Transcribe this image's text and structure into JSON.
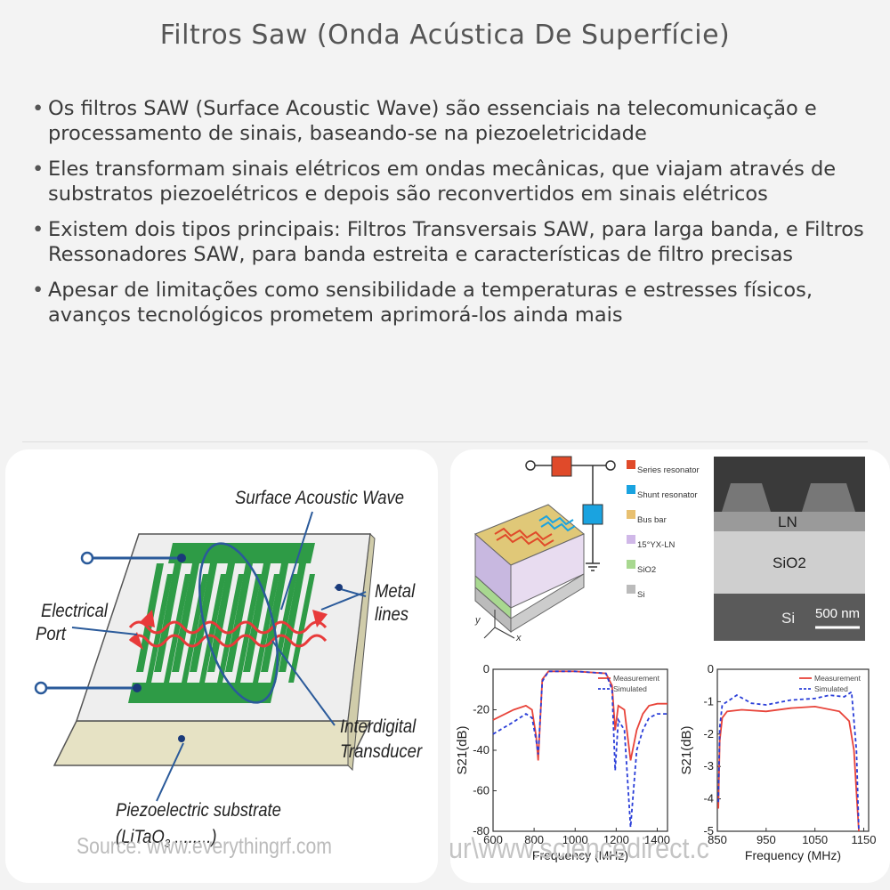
{
  "title": "Filtros Saw (Onda Acústica De Superfície)",
  "bullets": [
    "Os filtros SAW (Surface Acoustic Wave) são essenciais na telecomunicação e processamento de sinais, baseando-se na piezoeletricidade",
    "Eles transformam sinais elétricos em ondas mecânicas, que viajam através de substratos piezoelétricos e depois são reconvertidos em sinais elétricos",
    "Existem dois tipos principais: Filtros Transversais SAW, para larga banda, e Filtros Ressonadores SAW, para banda estreita e características de filtro precisas",
    "Apesar de limitações como sensibilidade a temperaturas e estresses físicos, avanços tecnológicos prometem aprimorá-los ainda mais"
  ],
  "left_diagram": {
    "surface_wave": "Surface Acoustic Wave",
    "electrical": "Electrical",
    "port": "Port",
    "metal": "Metal",
    "lines": "lines",
    "interdigital": "Interdigital",
    "transducer": "Transducer",
    "substrate": "Piezoelectric substrate",
    "material": "(LiTaO",
    "material_sub": "3",
    "material_rest": " ........)",
    "source": "Source: www.everythingrf.com"
  },
  "right_figure": {
    "legend": [
      "Series resonator",
      "Shunt resonator",
      "Bus bar",
      "15°YX-LN",
      "SiO2",
      "Si"
    ],
    "legend_colors": [
      "#e04a2a",
      "#1aa3e0",
      "#e8c070",
      "#d0b8e8",
      "#a8d890",
      "#bbbbbb"
    ],
    "sem_labels": [
      "LN",
      "SiO2",
      "Si"
    ],
    "scale_bar": "500 nm",
    "source": "ur\\www.sciencedirect.c"
  },
  "chart_data": [
    {
      "type": "line",
      "ylabel": "S21(dB)",
      "xlabel": "Frequency (MHz)",
      "x_ticks": [
        600,
        800,
        1000,
        1200,
        1400
      ],
      "y_ticks": [
        0,
        -20,
        -40,
        -60,
        -80
      ],
      "xlim": [
        600,
        1450
      ],
      "ylim": [
        -80,
        0
      ],
      "series": [
        {
          "name": "Measurement",
          "color": "#e8443a",
          "x": [
            600,
            700,
            760,
            790,
            810,
            820,
            840,
            870,
            1000,
            1150,
            1180,
            1195,
            1210,
            1240,
            1270,
            1300,
            1330,
            1360,
            1400,
            1450
          ],
          "y": [
            -25,
            -20,
            -18,
            -20,
            -33,
            -45,
            -5,
            -1,
            -1,
            -2,
            -8,
            -30,
            -18,
            -20,
            -45,
            -30,
            -22,
            -18,
            -17,
            -17
          ]
        },
        {
          "name": "Simulated",
          "color": "#2a3ed8",
          "x": [
            600,
            700,
            760,
            790,
            810,
            820,
            840,
            870,
            1000,
            1150,
            1180,
            1195,
            1210,
            1240,
            1270,
            1300,
            1330,
            1360,
            1400,
            1450
          ],
          "y": [
            -32,
            -26,
            -22,
            -24,
            -35,
            -42,
            -6,
            -1,
            -1,
            -2,
            -10,
            -50,
            -25,
            -30,
            -78,
            -40,
            -30,
            -24,
            -22,
            -22
          ]
        }
      ]
    },
    {
      "type": "line",
      "ylabel": "S21(dB)",
      "xlabel": "Frequency (MHz)",
      "x_ticks": [
        850,
        950,
        1050,
        1150
      ],
      "y_ticks": [
        0,
        -1,
        -2,
        -3,
        -4,
        -5
      ],
      "xlim": [
        850,
        1160
      ],
      "ylim": [
        -5,
        0
      ],
      "series": [
        {
          "name": "Measurement",
          "color": "#e8443a",
          "x": [
            852,
            855,
            860,
            870,
            900,
            950,
            1000,
            1050,
            1100,
            1120,
            1130,
            1135,
            1140
          ],
          "y": [
            -4.3,
            -2.2,
            -1.5,
            -1.3,
            -1.25,
            -1.3,
            -1.2,
            -1.15,
            -1.3,
            -1.6,
            -2.5,
            -3.8,
            -5
          ]
        },
        {
          "name": "Simulated",
          "color": "#2a3ed8",
          "x": [
            852,
            855,
            860,
            870,
            890,
            920,
            950,
            1000,
            1050,
            1080,
            1110,
            1125,
            1135,
            1140
          ],
          "y": [
            -4.1,
            -1.8,
            -1.1,
            -1.0,
            -0.8,
            -1.05,
            -1.1,
            -0.95,
            -0.9,
            -0.8,
            -0.85,
            -0.7,
            -2.5,
            -5
          ]
        }
      ]
    }
  ]
}
